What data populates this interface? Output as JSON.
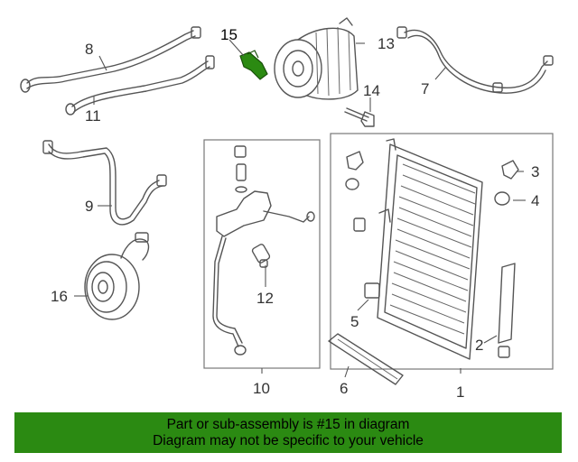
{
  "diagram": {
    "callouts": [
      {
        "id": "1",
        "text": "1"
      },
      {
        "id": "2",
        "text": "2"
      },
      {
        "id": "3",
        "text": "3"
      },
      {
        "id": "4",
        "text": "4"
      },
      {
        "id": "5",
        "text": "5"
      },
      {
        "id": "6",
        "text": "6"
      },
      {
        "id": "7",
        "text": "7"
      },
      {
        "id": "8",
        "text": "8"
      },
      {
        "id": "9",
        "text": "9"
      },
      {
        "id": "10",
        "text": "10"
      },
      {
        "id": "11",
        "text": "11"
      },
      {
        "id": "12",
        "text": "12"
      },
      {
        "id": "13",
        "text": "13"
      },
      {
        "id": "14",
        "text": "14"
      },
      {
        "id": "15",
        "text": "15"
      },
      {
        "id": "16",
        "text": "16"
      }
    ],
    "highlight_part": "15",
    "highlight_color": "#2b8a12"
  },
  "banner": {
    "line1": "Part or sub-assembly is #15 in diagram",
    "line2": "Diagram may not be specific to your vehicle",
    "background": "#2b8a12"
  }
}
